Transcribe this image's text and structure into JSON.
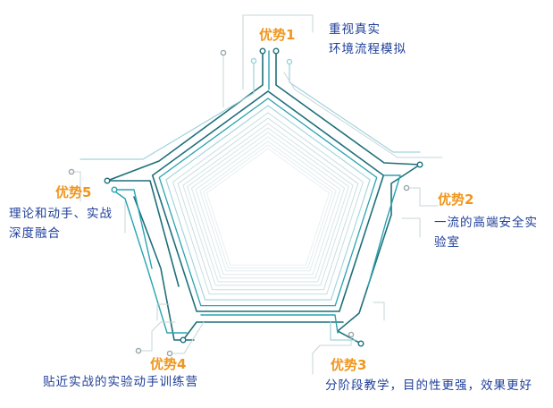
{
  "advantages": [
    {
      "title": "优势1",
      "lines": [
        "重视真实",
        "环境流程模拟"
      ]
    },
    {
      "title": "优势2",
      "lines": [
        "一流的高端安全实",
        "验室"
      ]
    },
    {
      "title": "优势3",
      "lines": [
        "分阶段教学，目的性更强，效果更好"
      ]
    },
    {
      "title": "优势4",
      "lines": [
        "贴近实战的实验动手训练营"
      ]
    },
    {
      "title": "优势5",
      "lines": [
        "理论和动手、实战",
        "深度融合"
      ]
    }
  ],
  "colors": {
    "title": "#f0961e",
    "text": "#1f3f9a",
    "dark_teal": "#1f6f7a",
    "teal": "#2aa3b0",
    "light_teal": "#9fd3da",
    "pale_line": "#c6d4d8"
  }
}
